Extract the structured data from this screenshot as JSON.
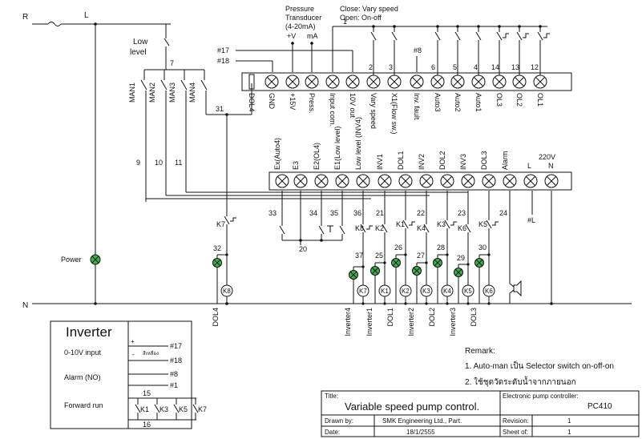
{
  "rails": {
    "r": "R",
    "l": "L",
    "n": "N"
  },
  "level_switch": {
    "line1": "Low",
    "line2": "level",
    "wire": "7"
  },
  "man_labels": [
    "MAN1",
    "MAN2",
    "MAN3",
    "MAN4"
  ],
  "man_wires": [
    "9",
    "10",
    "11"
  ],
  "wire31": "31",
  "transducer": {
    "title1": "Pressure",
    "title2": "Transducer",
    "title3": "(4-20mA)",
    "pv": "+V",
    "ma": "mA"
  },
  "vary_note": {
    "line1": "Close: Vary speed",
    "line2": "Open: On-off",
    "wire": "1"
  },
  "refs": {
    "r17": "#17",
    "r18": "#18",
    "r8": "#8",
    "rL": "#L"
  },
  "top_terminal_labels": [
    "DOL4",
    "GND",
    "+15V",
    "Press.",
    "Input com.",
    "10V out",
    "Vary speed",
    "X1(Flow sw.)",
    "Inv. fault",
    "Auto3",
    "Auto2",
    "Auto1",
    "OL3",
    "OL2",
    "OL1"
  ],
  "top_wire_numbers": [
    "2",
    "3",
    "6",
    "5",
    "4",
    "14",
    "13",
    "12"
  ],
  "bottom_terminal_labels": [
    "Ex(Auto4)",
    "E3",
    "E2(OL4)",
    "E1(Low level)",
    "Low level (INV4)",
    "INV1",
    "DOL1",
    "INV2",
    "DOL2",
    "INV3",
    "DOL3",
    "Alarm",
    "L",
    "N"
  ],
  "power_label": "220V",
  "bottom_wires": [
    "33",
    "34",
    "35",
    "36",
    "21",
    "22",
    "23",
    "24",
    "20",
    "32",
    "37",
    "25",
    "26",
    "27",
    "28",
    "29",
    "30"
  ],
  "contacts": [
    "K7",
    "K8",
    "K2",
    "K1",
    "K4",
    "K3",
    "K6",
    "K5"
  ],
  "coils": [
    "K8",
    "K7",
    "K1",
    "K2",
    "K3",
    "K4",
    "K5",
    "K6"
  ],
  "power_lamp": "Power",
  "bottom_outputs": [
    "DOL4",
    "Inverter4",
    "Inverter1",
    "DOL1",
    "Inverter2",
    "DOL2",
    "Inverter3",
    "DOL3"
  ],
  "inverter_box": {
    "title": "Inverter",
    "input_label": "0-10V input",
    "plus": "+",
    "minus": "-",
    "shield": "สีเหลือง",
    "alarm_label": "Alarm (NO)",
    "forward_label": "Forward run",
    "refs": [
      "#17",
      "#18",
      "#8",
      "#1"
    ],
    "wires": [
      "15",
      "16"
    ],
    "contacts": [
      "K1",
      "K3",
      "K5",
      "K7"
    ]
  },
  "remark": {
    "title": "Remark:",
    "line1": "1. Auto-man เป็น Selector switch on-off-on",
    "line2": "2. ใช้ชุดวัดระดับน้ำจากภายนอก"
  },
  "title_block": {
    "title_label": "Title:",
    "title": "Variable speed pump control.",
    "controller_label": "Electronic pump controller:",
    "controller": "PC410",
    "drawn_label": "Drawn by:",
    "drawn": "SMK Engineering Ltd., Part.",
    "revision_label": "Revision:",
    "revision": "1",
    "date_label": "Date:",
    "date": "18/1/2555",
    "sheet_label": "Sheet of:",
    "sheet": "1"
  }
}
